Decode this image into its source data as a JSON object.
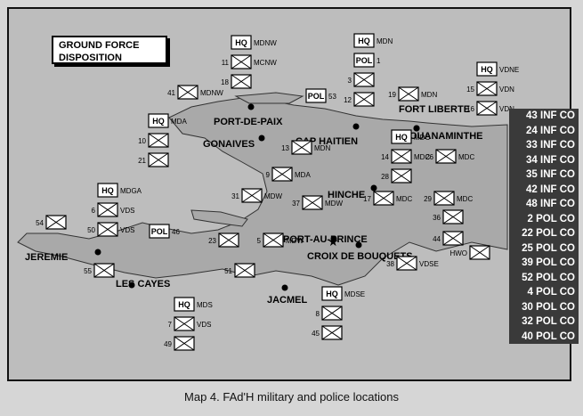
{
  "title": "GROUND FORCE DISPOSITION",
  "caption": "Map 4. FAd'H military and police locations",
  "colors": {
    "land": "#a9a9a9",
    "background": "#bdbdbd",
    "panel": "#3a3a3a"
  },
  "cities": [
    "PORT-DE-PAIX",
    "CAP HAITIEN",
    "FORT LIBERTE",
    "OUANAMINTHE",
    "GONAIVES",
    "HINCHE",
    "PORT-AU-PRINCE",
    "CROIX DE BOUQUETS",
    "JEREMIE",
    "LES CAYES",
    "JACMEL"
  ],
  "units": [
    "43 INF CO",
    "24 INF CO",
    "33 INF CO",
    "34 INF CO",
    "35 INF CO",
    "42 INF CO",
    "48 INF CO",
    "2 POL CO",
    "22 POL CO",
    "25 POL CO",
    "39 POL CO",
    "52 POL CO",
    "4 POL CO",
    "30 POL CO",
    "32 POL CO",
    "40 POL CO"
  ],
  "markers": [
    {
      "id": "HQ",
      "label": "MDNW"
    },
    {
      "id": "11",
      "label": "MCNW"
    },
    {
      "id": "18",
      "label": ""
    },
    {
      "id": "41",
      "label": "MDNW"
    },
    {
      "id": "HQ",
      "label": "MDN"
    },
    {
      "id": "POL",
      "label": "1"
    },
    {
      "id": "3",
      "label": ""
    },
    {
      "id": "12",
      "label": ""
    },
    {
      "id": "POL",
      "label": "53"
    },
    {
      "id": "19",
      "label": "MDN"
    },
    {
      "id": "HQ",
      "label": "VDNE"
    },
    {
      "id": "15",
      "label": "VDN"
    },
    {
      "id": "16",
      "label": "VDN"
    },
    {
      "id": "HQ",
      "label": "MDA"
    },
    {
      "id": "10",
      "label": ""
    },
    {
      "id": "21",
      "label": ""
    },
    {
      "id": "13",
      "label": "MDN"
    },
    {
      "id": "HQ",
      "label": "MDC"
    },
    {
      "id": "14",
      "label": "MDC"
    },
    {
      "id": "28",
      "label": ""
    },
    {
      "id": "26",
      "label": "MDC"
    },
    {
      "id": "9",
      "label": "MDA"
    },
    {
      "id": "17",
      "label": "MDC"
    },
    {
      "id": "29",
      "label": "MDC"
    },
    {
      "id": "31",
      "label": "MDW"
    },
    {
      "id": "37",
      "label": "MDW"
    },
    {
      "id": "HQ",
      "label": "MDGA"
    },
    {
      "id": "6",
      "label": "VDS"
    },
    {
      "id": "50",
      "label": "VDS"
    },
    {
      "id": "POL",
      "label": "46"
    },
    {
      "id": "54",
      "label": ""
    },
    {
      "id": "36",
      "label": ""
    },
    {
      "id": "44",
      "label": ""
    },
    {
      "id": "23",
      "label": ""
    },
    {
      "id": "5",
      "label": "MDW"
    },
    {
      "id": "HWO",
      "label": ""
    },
    {
      "id": "38",
      "label": "VDSE"
    },
    {
      "id": "55",
      "label": ""
    },
    {
      "id": "51",
      "label": ""
    },
    {
      "id": "HQ",
      "label": "MDS"
    },
    {
      "id": "7",
      "label": "VDS"
    },
    {
      "id": "49",
      "label": ""
    },
    {
      "id": "HQ",
      "label": "MDSE"
    },
    {
      "id": "8",
      "label": ""
    },
    {
      "id": "45",
      "label": ""
    }
  ]
}
